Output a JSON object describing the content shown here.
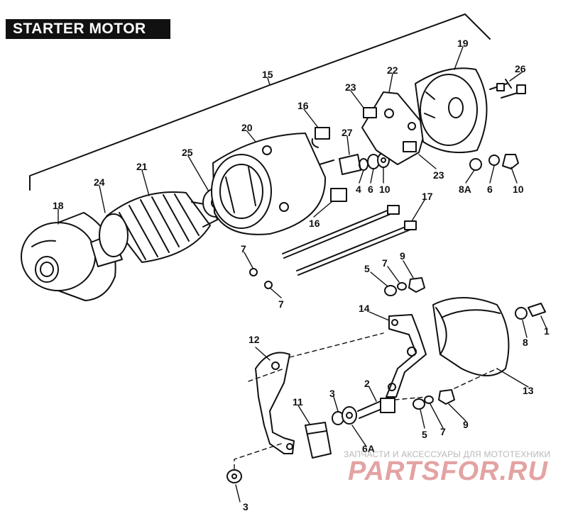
{
  "title": "STARTER MOTOR",
  "part_numbers": {
    "p15": "15",
    "p26": "26",
    "p19": "19",
    "p22": "22",
    "p23a": "23",
    "p23b": "23",
    "p16a": "16",
    "p16b": "16",
    "p20": "20",
    "p27": "27",
    "p25": "25",
    "p21": "21",
    "p24": "24",
    "p18": "18",
    "p4": "4",
    "p6a": "6",
    "p10a": "10",
    "p8a": "8A",
    "p6b": "6",
    "p10b": "10",
    "p17": "17",
    "p7a": "7",
    "p7b": "7",
    "p5a": "5",
    "p7c": "7",
    "p9a": "9",
    "p14": "14",
    "p1": "1",
    "p8": "8",
    "p13": "13",
    "p12": "12",
    "p2": "2",
    "p3a": "3",
    "p11": "11",
    "p5b": "5",
    "p7d": "7",
    "p9b": "9",
    "p6A": "6A",
    "p3b": "3"
  },
  "watermark": {
    "caption": "ЗАПЧАСТИ И АКСЕССУАРЫ ДЛЯ МОТОТЕХНИКИ",
    "logo_text": "PARTSFOR.RU",
    "color": "#e3a3a3"
  }
}
